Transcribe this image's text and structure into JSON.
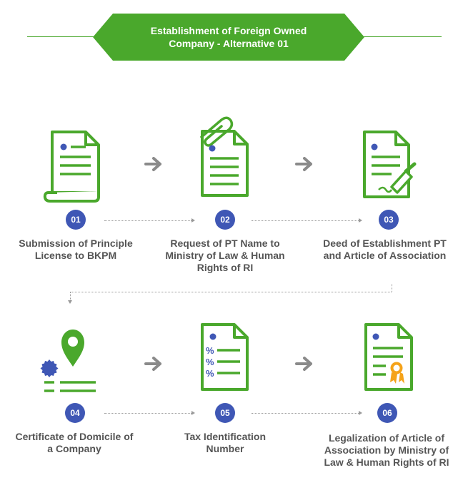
{
  "title": {
    "line1": "Establishment of Foreign Owned",
    "line2": "Company - Alternative 01"
  },
  "colors": {
    "green": "#4aa82c",
    "blue": "#3f57b5",
    "arrow_gray": "#8a8a8a",
    "orange": "#f5a31a"
  },
  "steps": [
    {
      "number": "01",
      "icon": "document-scroll-icon",
      "label_lines": [
        "Submission of Principle",
        "License to BKPM"
      ]
    },
    {
      "number": "02",
      "icon": "document-paperclip-icon",
      "label_lines": [
        "Request of PT Name to",
        "Ministry of Law & Human",
        "Rights of RI"
      ]
    },
    {
      "number": "03",
      "icon": "document-pen-icon",
      "label_lines": [
        "Deed of Establishment PT",
        "and Article of Association"
      ]
    },
    {
      "number": "04",
      "icon": "location-pin-icon",
      "label_lines": [
        "Certificate of Domicile of",
        "a Company"
      ]
    },
    {
      "number": "05",
      "icon": "document-percent-icon",
      "label_lines": [
        "Tax Identification",
        "Number"
      ]
    },
    {
      "number": "06",
      "icon": "document-certificate-icon",
      "label_lines": [
        "Legalization of Article of",
        "Association by Ministry of",
        "Law & Human Rights of RI"
      ]
    }
  ],
  "percent_symbols": [
    "%",
    "%",
    "%"
  ]
}
